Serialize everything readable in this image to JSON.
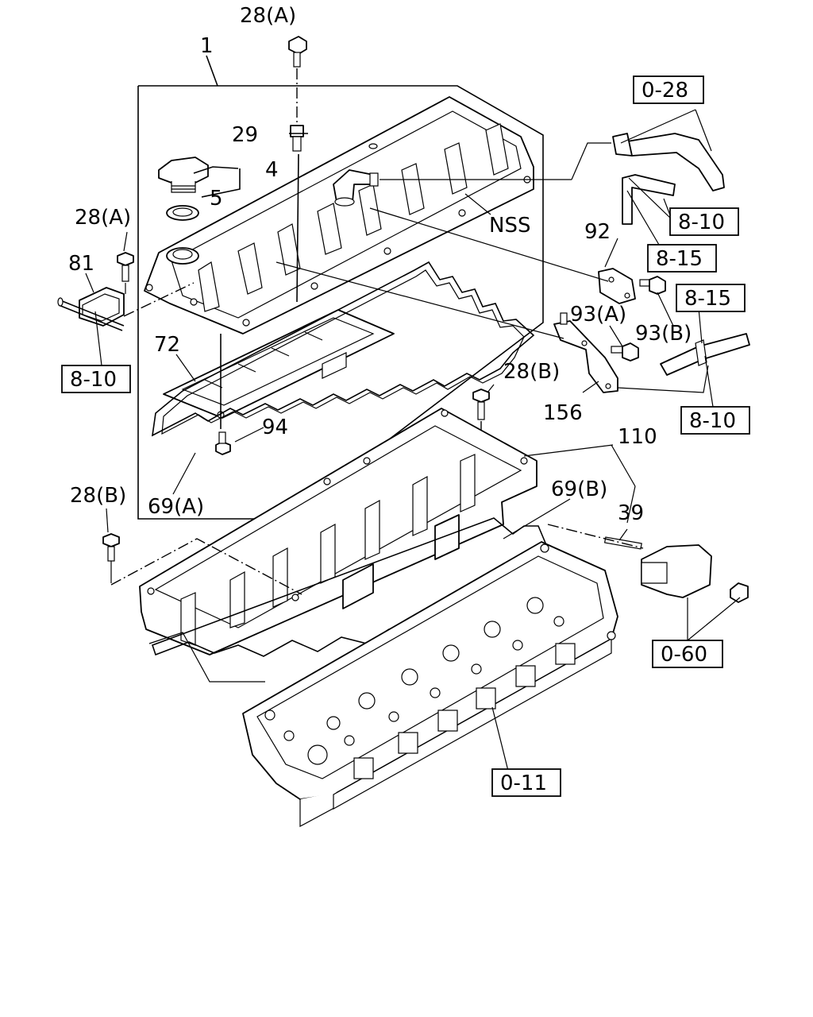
{
  "callouts": {
    "c1": "1",
    "c28a_top": "28(A)",
    "c29": "29",
    "c4": "4",
    "c5": "5",
    "c28a_left": "28(A)",
    "c81": "81",
    "c72": "72",
    "c94": "94",
    "c69a": "69(A)",
    "c28b_left": "28(B)",
    "c28b_mid": "28(B)",
    "c156": "156",
    "c92": "92",
    "c93a": "93(A)",
    "c93b": "93(B)",
    "nss": "NSS",
    "c110": "110",
    "c69b": "69(B)",
    "c39": "39"
  },
  "refs": {
    "r0_28": "0-28",
    "r8_10_a": "8-10",
    "r8_15_a": "8-15",
    "r8_15_b": "8-15",
    "r8_10_b": "8-10",
    "r8_10_left": "8-10",
    "r0_60": "0-60",
    "r0_11": "0-11"
  }
}
